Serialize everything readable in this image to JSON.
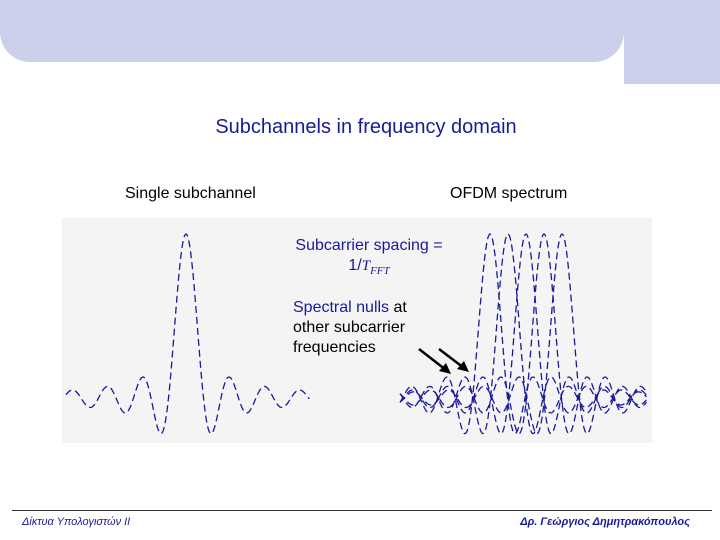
{
  "slide": {
    "title": "Subchannels in frequency domain",
    "label_single": "Single subchannel",
    "label_ofdm": "OFDM spectrum",
    "spacing_text_1": "Subcarrier spacing =",
    "spacing_text_2a": "1/",
    "spacing_text_2b": "T",
    "spacing_text_2c": "FFT",
    "nulls_hl": "Spectral nulls",
    "nulls_rest": " at",
    "nulls_line2": "other subcarrier",
    "nulls_line3": "frequencies"
  },
  "footer": {
    "left": "Δίκτυα Υπολογιστών ΙΙ",
    "right": "Δρ. Γεώργιος Δημητρακόπουλος"
  },
  "colors": {
    "header": "#cdd0ea",
    "title": "#1a1a99",
    "curve": "#1a1a99",
    "plot_bg": "#f4f4f4"
  }
}
